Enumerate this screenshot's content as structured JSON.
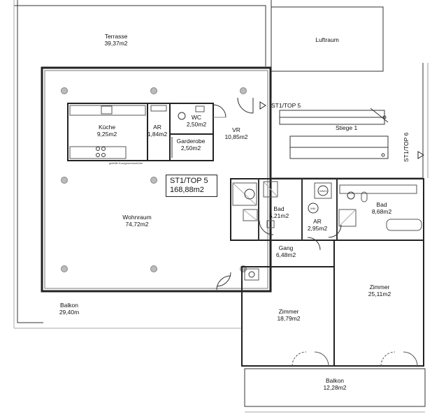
{
  "unit": {
    "name": "ST1/TOP 5",
    "area": "168,88m2"
  },
  "rooms": {
    "terrasse": {
      "name": "Terrasse",
      "area": "39,37m2"
    },
    "luftraum": {
      "name": "Luftraum"
    },
    "kueche": {
      "name": "Küche",
      "area": "9,25m2"
    },
    "ar1": {
      "name": "AR",
      "area": "1,84m2"
    },
    "wc": {
      "name": "WC",
      "area": "2,50m2"
    },
    "garderobe": {
      "name": "Garderobe",
      "area": "2,50m2"
    },
    "vr": {
      "name": "VR",
      "area": "10,85m2"
    },
    "wohnraum": {
      "name": "Wohnraum",
      "area": "74,72m2"
    },
    "bad1": {
      "name": "Bad",
      "area": "5,21m2"
    },
    "ar2": {
      "name": "AR",
      "area": "2,95m2"
    },
    "bad2": {
      "name": "Bad",
      "area": "8,68m2"
    },
    "gang": {
      "name": "Gang",
      "area": "6,48m2"
    },
    "zimmer1": {
      "name": "Zimmer",
      "area": "18,79m2"
    },
    "zimmer2": {
      "name": "Zimmer",
      "area": "25,11m2"
    },
    "balkon1": {
      "name": "Balkon",
      "area": "29,40m"
    },
    "balkon2": {
      "name": "Balkon",
      "area": "12,28m2"
    }
  },
  "labels": {
    "entrance": "ST1/TOP 5",
    "stair": "Stiege 1",
    "neighbor": "ST1/TOP 6",
    "fridge_note": "geteilte Kurzgeschosshöhe",
    "wm": "WM",
    "wmt": "WM/S"
  }
}
